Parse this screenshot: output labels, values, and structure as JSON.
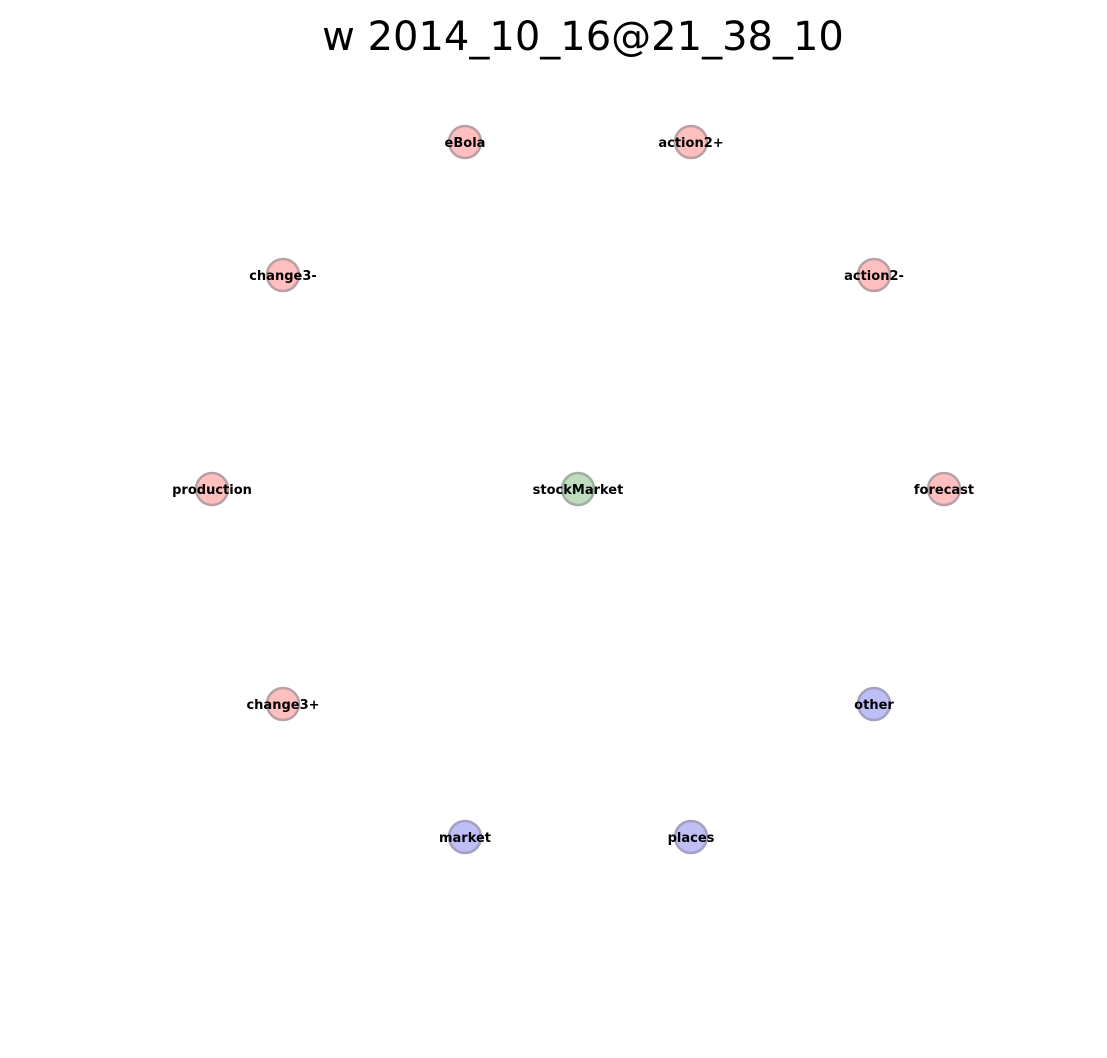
{
  "title": "w 2014_10_16@21_38_10",
  "colors": {
    "red_fill": "#ffbfbf",
    "red_stroke": "#b8a0a4",
    "green_fill": "#bfdcbf",
    "green_stroke": "#9fb09f",
    "blue_fill": "#bfbff8",
    "blue_stroke": "#a4a0c0"
  },
  "nodes": [
    {
      "label": "eBola",
      "group": "red"
    },
    {
      "label": "action2+",
      "group": "red"
    },
    {
      "label": "change3-",
      "group": "red"
    },
    {
      "label": "action2-",
      "group": "red"
    },
    {
      "label": "production",
      "group": "red"
    },
    {
      "label": "stockMarket",
      "group": "green"
    },
    {
      "label": "forecast",
      "group": "red"
    },
    {
      "label": "change3+",
      "group": "red"
    },
    {
      "label": "other",
      "group": "blue"
    },
    {
      "label": "market",
      "group": "blue"
    },
    {
      "label": "places",
      "group": "blue"
    }
  ],
  "edges": []
}
